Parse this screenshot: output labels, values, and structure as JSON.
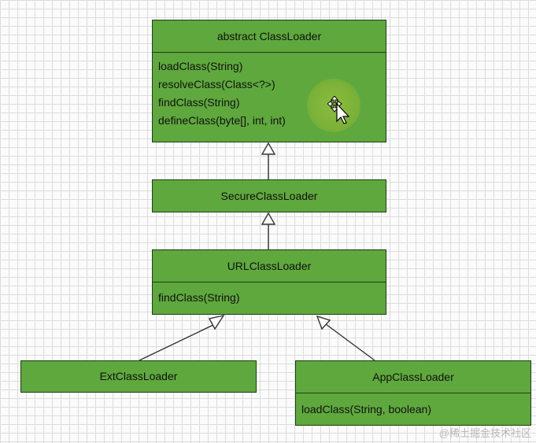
{
  "diagram": {
    "classes": {
      "classloader": {
        "name": "abstract ClassLoader",
        "methods": [
          "loadClass(String)",
          "resolveClass(Class<?>)",
          "findClass(String)",
          "defineClass(byte[], int, int)"
        ]
      },
      "secure": {
        "name": "SecureClassLoader"
      },
      "url": {
        "name": "URLClassLoader",
        "methods": [
          "findClass(String)"
        ]
      },
      "ext": {
        "name": "ExtClassLoader"
      },
      "app": {
        "name": "AppClassLoader",
        "methods": [
          "loadClass(String, boolean)"
        ]
      }
    },
    "relations": [
      {
        "from": "secure",
        "to": "classloader",
        "type": "inheritance"
      },
      {
        "from": "url",
        "to": "secure",
        "type": "inheritance"
      },
      {
        "from": "ext",
        "to": "url",
        "type": "inheritance"
      },
      {
        "from": "app",
        "to": "url",
        "type": "inheritance"
      }
    ],
    "colors": {
      "box_fill": "#5fa83d",
      "box_border": "#1f3d17",
      "arrow": "#333333",
      "grid": "#dcdcdc"
    }
  },
  "cursor": {
    "icon": "move-cursor-icon"
  },
  "watermark": "@稀土掘金技术社区"
}
